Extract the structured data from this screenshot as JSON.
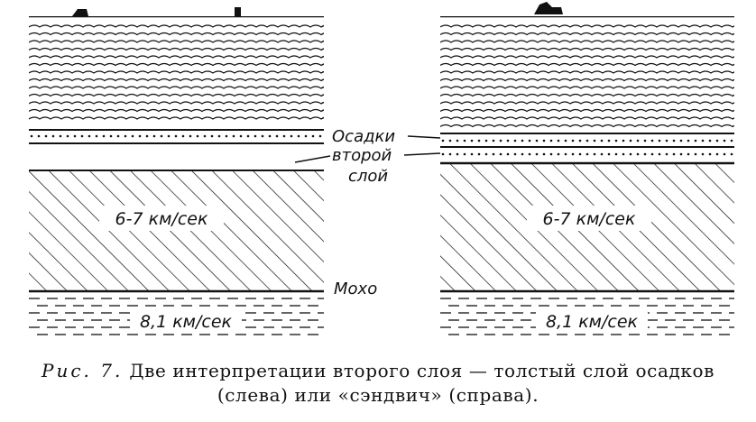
{
  "labels": {
    "sediments": "Осадки",
    "second_layer_line1": "второй",
    "second_layer_line2": "слой",
    "moho": "Мохо",
    "crust_velocity_left": "6-7 км/сек",
    "mantle_velocity_left": "8,1 км/сек",
    "crust_velocity_right": "6-7 км/сек",
    "mantle_velocity_right": "8,1 км/сек"
  },
  "caption": {
    "figure_label": "Рис. 7.",
    "line1": "Две интерпретации второго слоя — толстый слой осадков",
    "line2": "(слева) или «сэндвич» (справа)."
  },
  "colors": {
    "ink": "#111111",
    "paper": "#ffffff"
  }
}
